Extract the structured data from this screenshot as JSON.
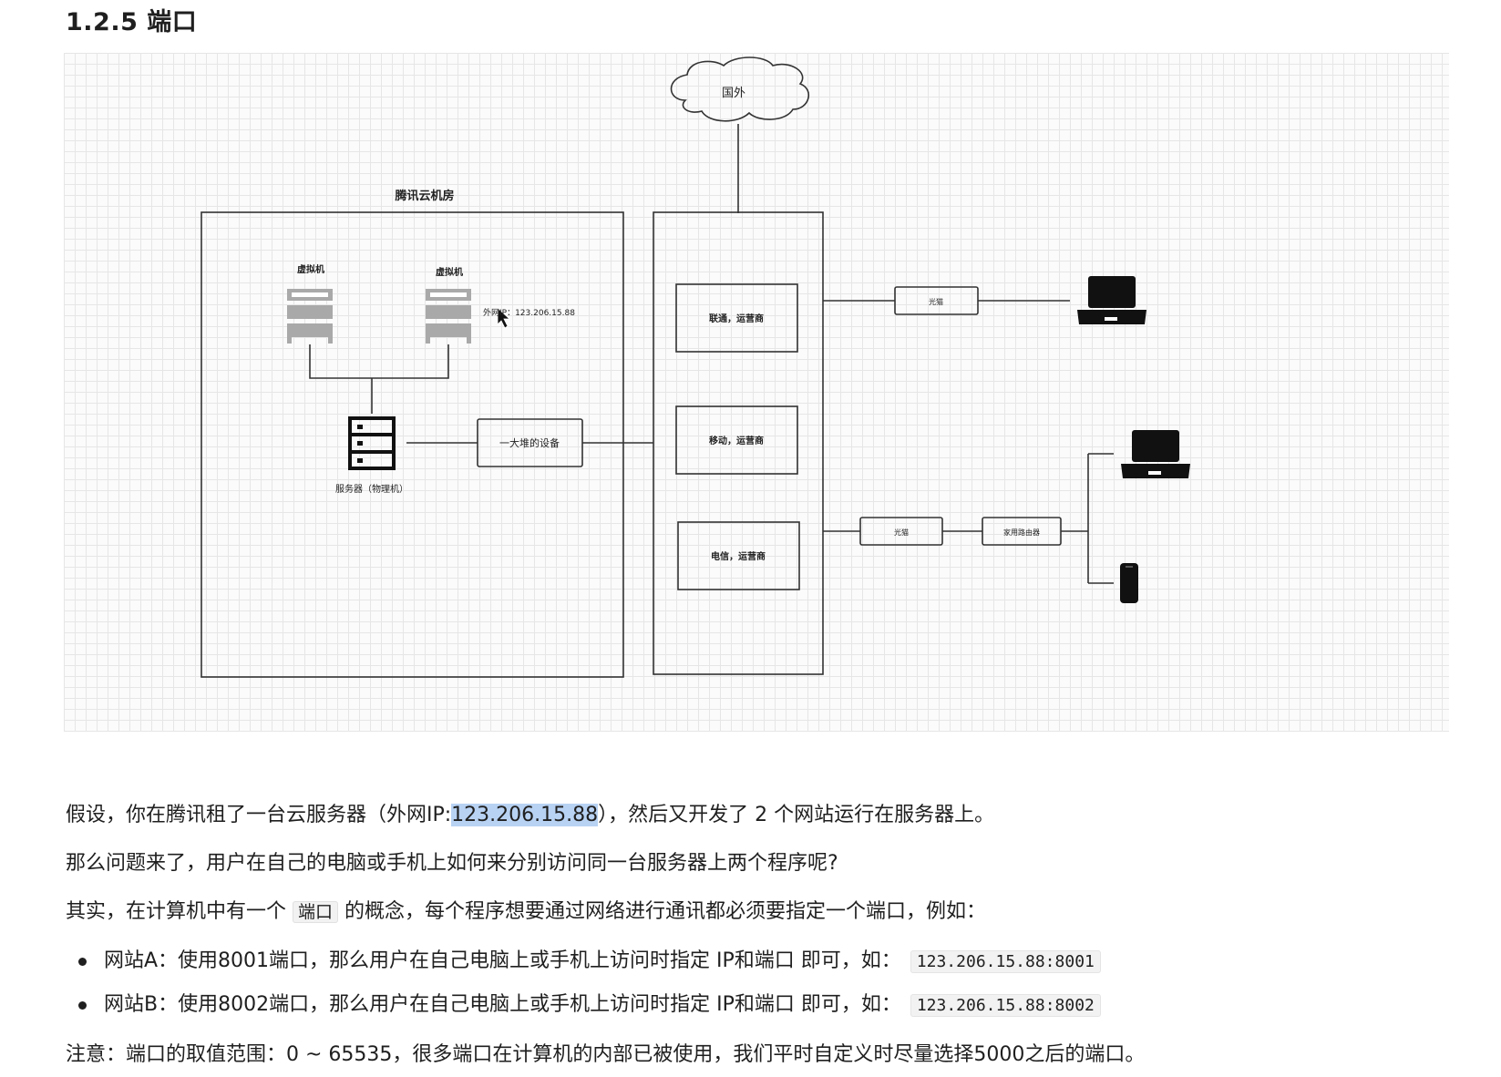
{
  "heading": "1.2.5 端口",
  "diagram": {
    "cloud_label": "国外",
    "datacenter_label": "腾讯云机房",
    "vm_label_1": "虚拟机",
    "vm_label_2": "虚拟机",
    "external_ip_label": "外网IP：123.206.15.88",
    "server_label": "服务器（物理机）",
    "devices_label": "一大堆的设备",
    "isp_unicom": "联通，运营商",
    "isp_mobile": "移动，运营商",
    "isp_telecom": "电信，运营商",
    "modem_label_1": "光猫",
    "modem_label_2": "光猫",
    "router_label": "家用路由器"
  },
  "paragraphs": {
    "p1_before": "假设，你在腾讯租了一台云服务器（外网IP:",
    "p1_ip": "123.206.15.88",
    "p1_after": "），然后又开发了 2 个网站运行在服务器上。",
    "p2": "那么问题来了，用户在自己的电脑或手机上如何来分别访问同一台服务器上两个程序呢?",
    "p3_before": "其实，在计算机中有一个",
    "p3_code": "端口",
    "p3_after": "的概念，每个程序想要通过网络进行通讯都必须要指定一个端口，例如：",
    "note": "注意：端口的取值范围：0 ~ 65535，很多端口在计算机的内部已被使用，我们平时自定义时尽量选择5000之后的端口。"
  },
  "bullets": [
    {
      "text": "网站A：使用8001端口，那么用户在自己电脑上或手机上访问时指定 IP和端口 即可，如：",
      "code": "123.206.15.88:8001"
    },
    {
      "text": "网站B：使用8002端口，那么用户在自己电脑上或手机上访问时指定 IP和端口 即可，如：",
      "code": "123.206.15.88:8002"
    }
  ]
}
